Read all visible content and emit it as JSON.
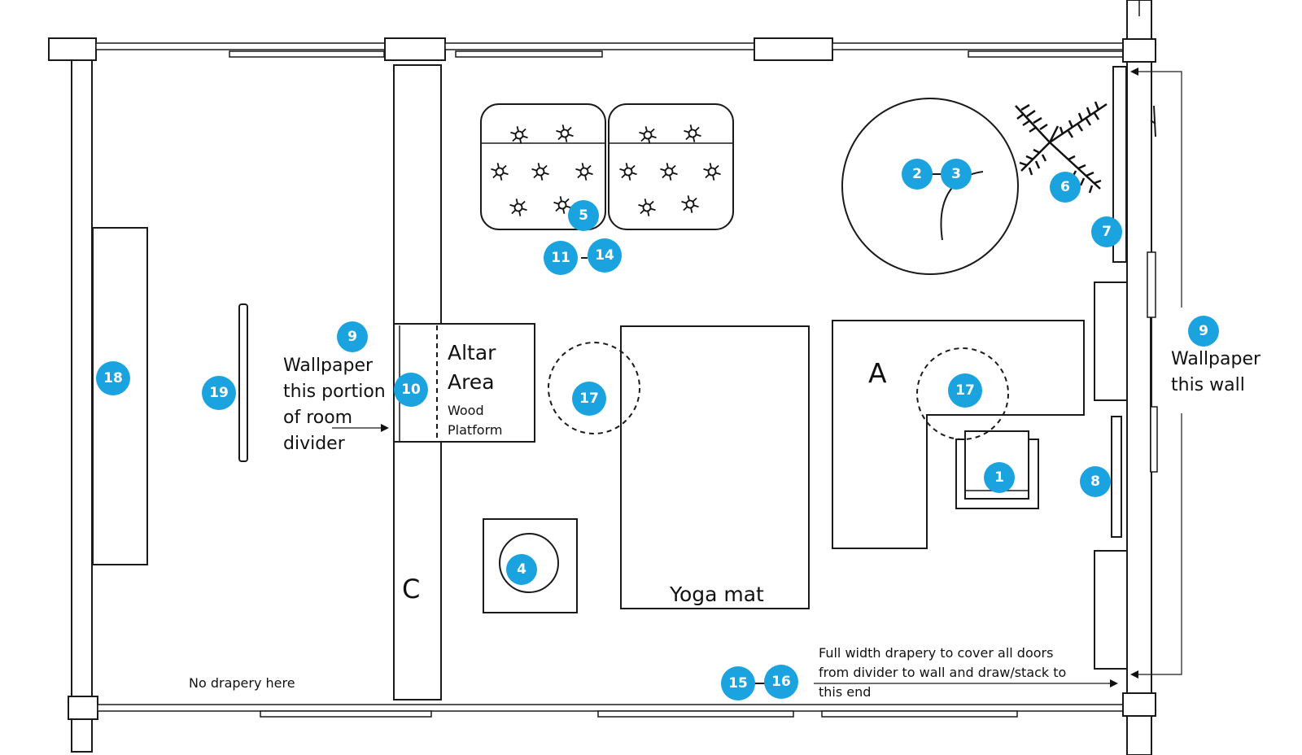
{
  "labels": {
    "altar_area_line1": "Altar",
    "altar_area_line2": "Area",
    "wood_platform_line1": "Wood",
    "wood_platform_line2": "Platform",
    "label_a": "A",
    "label_c": "C",
    "yoga_mat": "Yoga mat",
    "no_drapery": "No drapery here",
    "wallpaper_divider_1": "Wallpaper",
    "wallpaper_divider_2": "this portion",
    "wallpaper_divider_3": "of room",
    "wallpaper_divider_4": "divider",
    "wallpaper_wall_1": "Wallpaper",
    "wallpaper_wall_2": "this wall",
    "drapery_note_1": "Full width drapery to cover all doors",
    "drapery_note_2": "from divider to wall and draw/stack to",
    "drapery_note_3": "this end"
  },
  "badges": {
    "b1": "1",
    "b2": "2",
    "b3": "3",
    "b4": "4",
    "b5": "5",
    "b6": "6",
    "b7": "7",
    "b8": "8",
    "b9_left": "9",
    "b9_right": "9",
    "b10": "10",
    "b11": "11",
    "b14": "14",
    "b15": "15",
    "b16": "16",
    "b17_left": "17",
    "b17_right": "17",
    "b18": "18",
    "b19": "19"
  },
  "colors": {
    "badge": "#1aa3de",
    "line": "#1a1a1a"
  }
}
